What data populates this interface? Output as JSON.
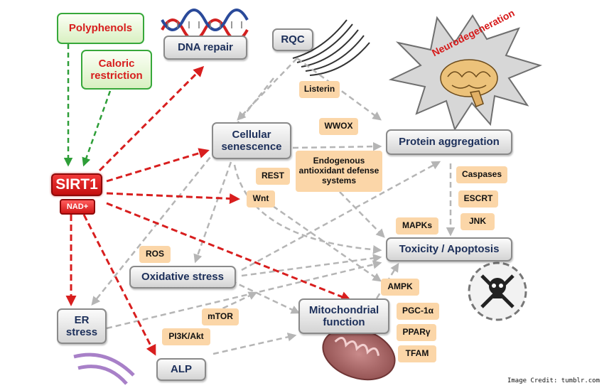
{
  "nodes": {
    "polyphenols": "Polyphenols",
    "caloric": "Caloric restriction",
    "dna_repair": "DNA repair",
    "rqc": "RQC",
    "neurodegeneration": "Neurodegeneration",
    "listerin": "Listerin",
    "wwox": "WWOX",
    "cellular_senescence": "Cellular senescence",
    "protein_aggregation": "Protein aggregation",
    "sirt1": "SIRT1",
    "nad": "NAD+",
    "rest": "REST",
    "wnt": "Wnt",
    "endogenous": "Endogenous antioxidant defense systems",
    "caspases": "Caspases",
    "escrt": "ESCRT",
    "jnk": "JNK",
    "mapks": "MAPKs",
    "toxicity": "Toxicity / Apoptosis",
    "ros": "ROS",
    "oxidative_stress": "Oxidative stress",
    "ampk": "AMPK",
    "mitochondrial": "Mitochondrial function",
    "pgc1a": "PGC-1α",
    "ppar": "PPARγ",
    "tfam": "TFAM",
    "mtor": "mTOR",
    "pi3k": "PI3K/Akt",
    "er_stress": "ER stress",
    "alp": "ALP"
  },
  "credit": "Image Credit: tumblr.com",
  "icons": [
    "dna-icon",
    "ribosome-icon",
    "brain-icon",
    "skull-icon",
    "mitochondrion-icon",
    "er-membrane-icon"
  ],
  "colors": {
    "activation_arrow": "#d81e1e",
    "intake_arrow": "#2e9e38",
    "relation_arrow": "#b5b5b5",
    "node_text": "#1c2f5a",
    "factor_fill": "#fbd6a8",
    "sirt_fill": "#e02020"
  }
}
